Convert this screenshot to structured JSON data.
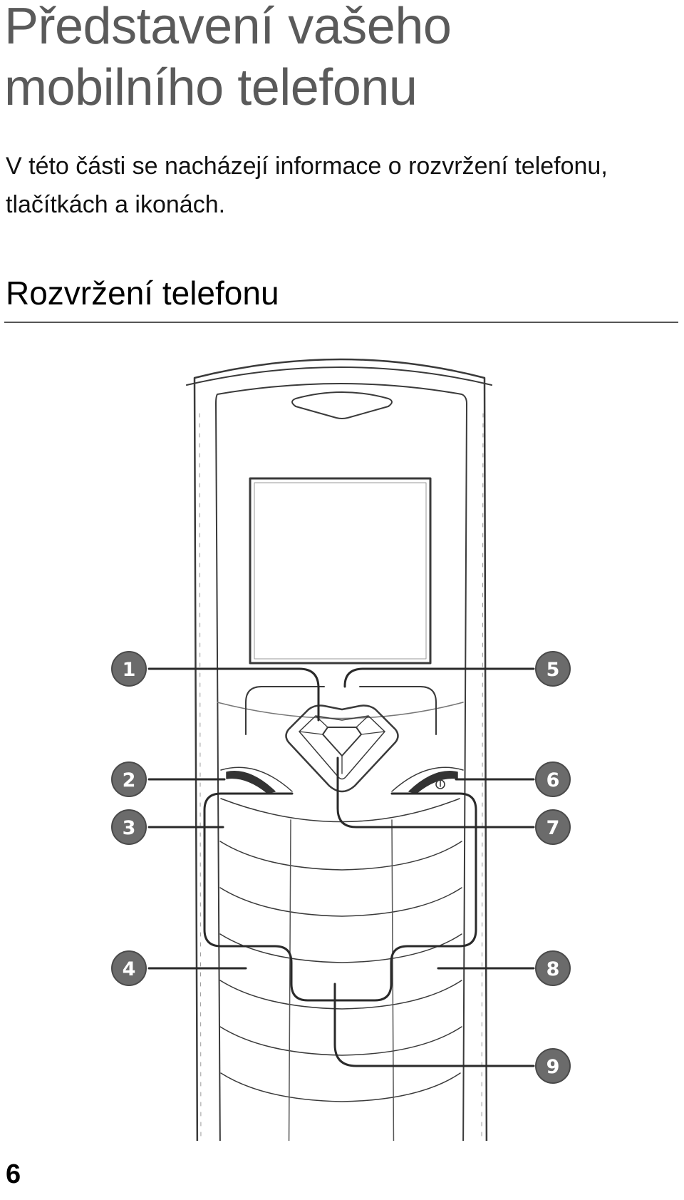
{
  "title": "Představení vašeho mobilního telefonu",
  "intro": "V této části se nacházejí informace o rozvržení telefonu, tlačítkách a ikonách.",
  "section": {
    "heading": "Rozvržení telefonu"
  },
  "callouts": [
    "1",
    "2",
    "3",
    "4",
    "5",
    "6",
    "7",
    "8",
    "9"
  ],
  "page_number": "6",
  "colors": {
    "title": "#5a5a5a",
    "rule": "#555555",
    "callout_fill": "#6b6b6b",
    "line": "#3a3a3a"
  }
}
